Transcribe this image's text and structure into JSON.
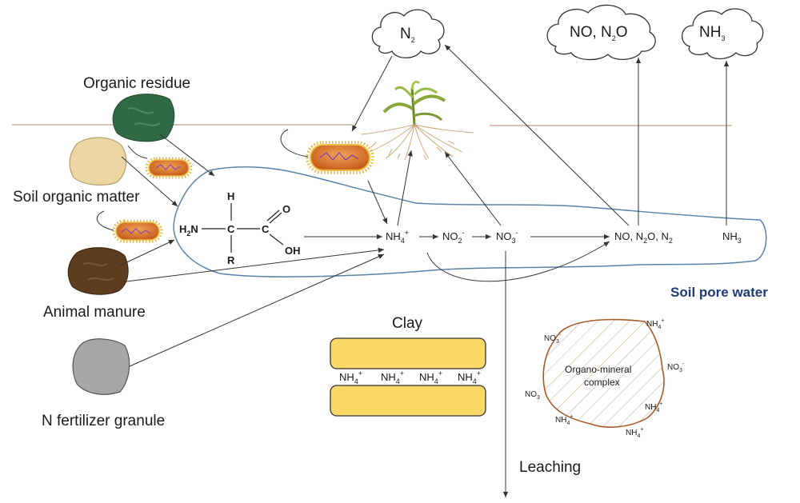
{
  "sources": {
    "organic_residue": "Organic residue",
    "soil_organic_matter": "Soil organic matter",
    "animal_manure": "Animal manure",
    "fertilizer": "N fertilizer granule"
  },
  "gases": {
    "n2": "N",
    "n2_sub": "2",
    "nox_a": "NO, N",
    "nox_sub": "2",
    "nox_b": "O",
    "nh3_a": "NH",
    "nh3_sub": "3"
  },
  "amino": {
    "h2": "H",
    "h2_sub": "2",
    "n": "N",
    "c_alpha": "C",
    "h": "H",
    "r": "R",
    "c_carboxyl": "C",
    "o": "O",
    "oh": "OH"
  },
  "flow": {
    "nh4": "NH",
    "nh4_sub": "4",
    "nh4_sup": "+",
    "no2": "NO",
    "no2_sub": "2",
    "no2_sup": "-",
    "no3": "NO",
    "no3_sub": "3",
    "no3_sup": "-",
    "denit_a": "NO, N",
    "denit_sub1": "2",
    "denit_b": "O, N",
    "denit_sub2": "2",
    "nh3": "NH",
    "nh3_sub": "3"
  },
  "pore_water_label": "Soil pore water",
  "clay": {
    "title": "Clay",
    "ion": "NH",
    "ion_sub": "4",
    "ion_sup": "+"
  },
  "complex": {
    "line1": "Organo-mineral",
    "line2": "complex",
    "nh4": "NH",
    "nh4_sub": "4",
    "nh4_sup": "+",
    "no3": "NO",
    "no3_sub": "3",
    "no3_sup": "-"
  },
  "leaching": "Leaching",
  "colors": {
    "pore_outline": "#5a82a8",
    "soil_line": "#b08968",
    "clay_fill": "#fcd867",
    "complex_outline": "#a85a2a",
    "bacteria_body": "#d8742a",
    "residue": "#2f6a44",
    "som": "#ecd6a4",
    "manure": "#5c3d1f",
    "fertilizer": "#a6a6a6"
  }
}
